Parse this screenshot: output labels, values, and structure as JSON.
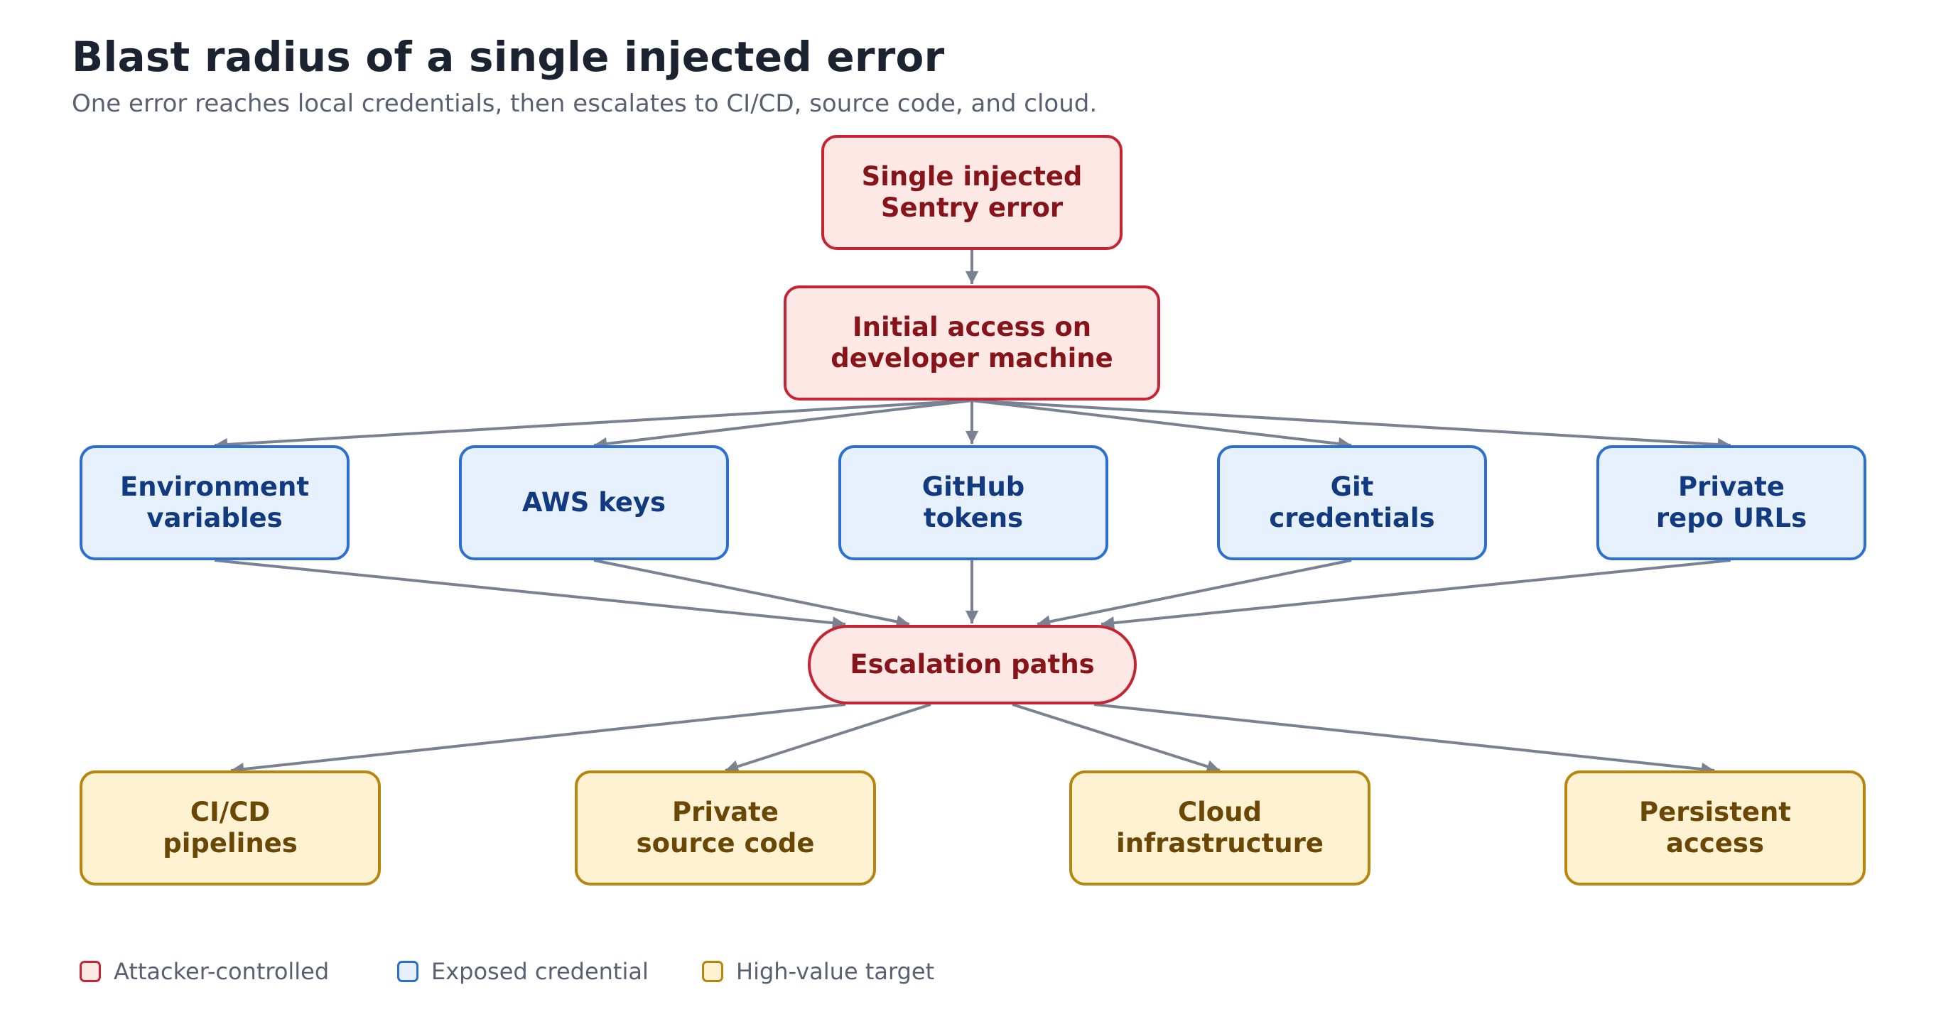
{
  "title": "Blast radius of a single injected error",
  "subtitle": "One error reaches local credentials, then escalates to CI/CD, source code, and cloud.",
  "colors": {
    "attacker_fill": "#fde8e6",
    "attacker_border": "#c62434",
    "attacker_text": "#861418",
    "credential_fill": "#e7f0fd",
    "credential_border": "#2b6fd3",
    "credential_text": "#123a80",
    "target_fill": "#fef2d2",
    "target_border": "#b8860f",
    "target_text": "#6a4705",
    "edge": "#7a8291"
  },
  "nodes": {
    "sentry_error": {
      "line1": "Single injected",
      "line2": "Sentry error"
    },
    "initial_access": {
      "line1": "Initial access on",
      "line2": "developer machine"
    },
    "env_vars": {
      "line1": "Environment",
      "line2": "variables"
    },
    "aws_keys": {
      "line1": "AWS keys"
    },
    "github_tokens": {
      "line1": "GitHub",
      "line2": "tokens"
    },
    "git_creds": {
      "line1": "Git",
      "line2": "credentials"
    },
    "repo_urls": {
      "line1": "Private",
      "line2": "repo URLs"
    },
    "escalation": {
      "line1": "Escalation paths"
    },
    "cicd": {
      "line1": "CI/CD",
      "line2": "pipelines"
    },
    "source_code": {
      "line1": "Private",
      "line2": "source code"
    },
    "cloud": {
      "line1": "Cloud",
      "line2": "infrastructure"
    },
    "persistent": {
      "line1": "Persistent",
      "line2": "access"
    }
  },
  "legend": {
    "attacker": "Attacker-controlled",
    "credential": "Exposed credential",
    "target": "High-value target"
  }
}
